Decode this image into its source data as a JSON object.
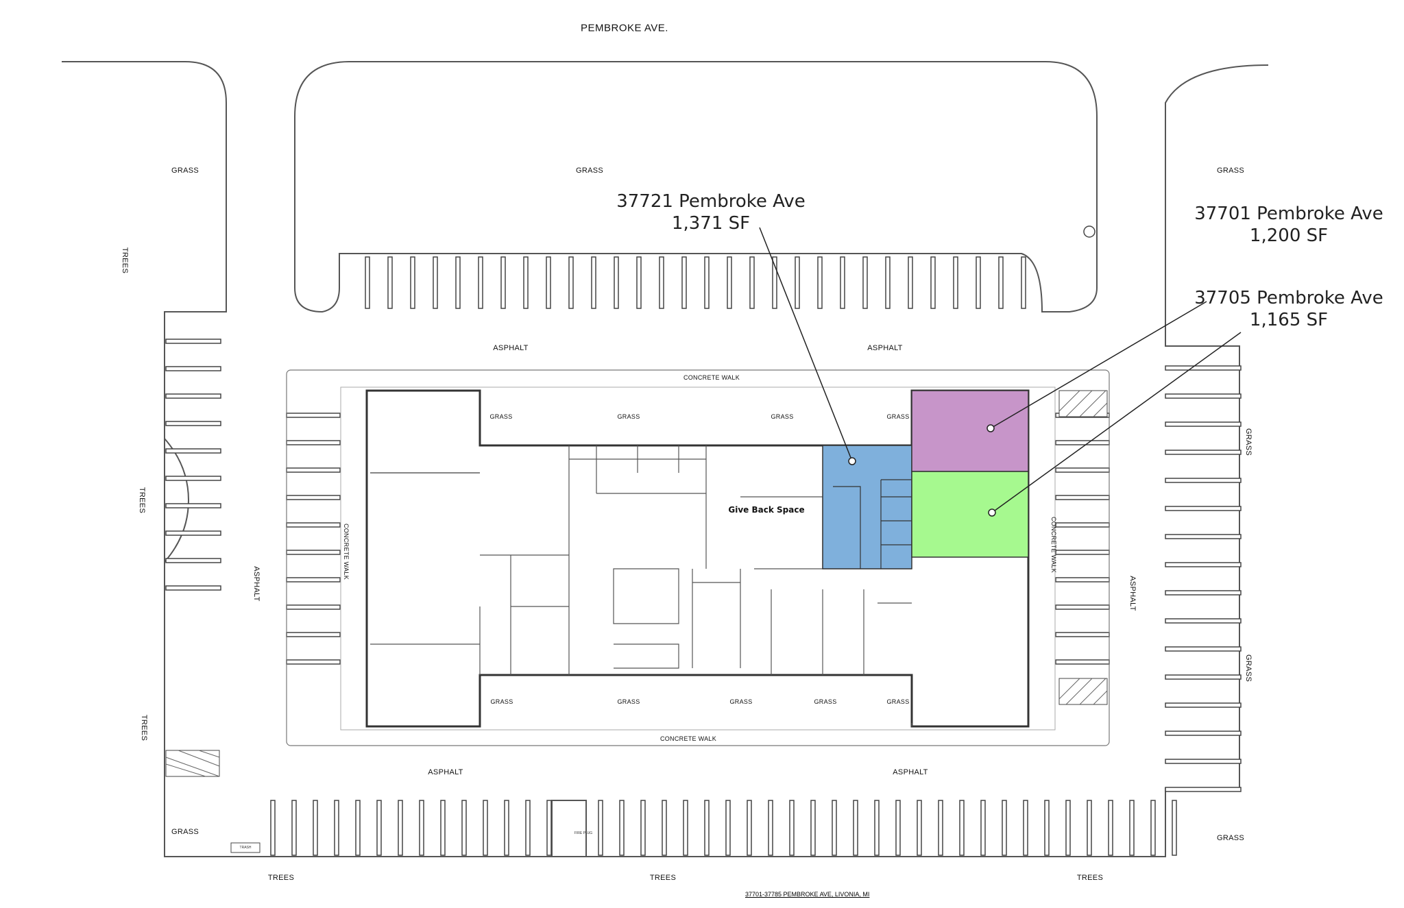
{
  "street_label": "PEMBROKE AVE.",
  "callouts": [
    {
      "address": "37721 Pembroke Ave",
      "area": "1,371 SF"
    },
    {
      "address": "37701 Pembroke Ave",
      "area": "1,200 SF"
    },
    {
      "address": "37705 Pembroke Ave",
      "area": "1,165 SF"
    }
  ],
  "labels": {
    "grass": "GRASS",
    "trees": "TREES",
    "asphalt": "ASPHALT",
    "concrete_walk": "CONCRETE WALK",
    "give_back": "Give Back Space",
    "fire_plug": "FIRE PLUG",
    "trash": "TRASH"
  },
  "footer": "37701-37785 PEMBROKE AVE, LIVONIA, MI",
  "colors": {
    "suite_37721": "#7fb0dc",
    "suite_37701": "#c795c9",
    "suite_37705": "#a6f98f",
    "linework": "#4a4a4a"
  }
}
